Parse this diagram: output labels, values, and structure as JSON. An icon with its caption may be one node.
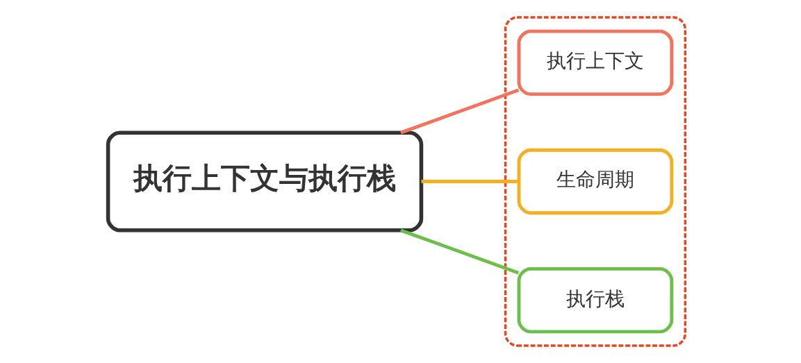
{
  "diagram": {
    "nodes": [
      {
        "text": [
          "执行上下文与执行栈"
        ]
      },
      {
        "text": [],
        "shape": "box"
      },
      {
        "text": [
          "执行上下文"
        ],
        "in": 1
      },
      {
        "text": [
          "生命周期"
        ],
        "in": 1
      },
      {
        "text": [
          "执行栈"
        ],
        "in": 1
      }
    ],
    "edges": [
      {
        "from": 0,
        "to": 2,
        "arrow": "none",
        "color": "#f4735e"
      },
      {
        "from": 0,
        "to": 3,
        "arrow": "none",
        "color": "#f5b022"
      },
      {
        "from": 0,
        "to": 4,
        "arrow": "none",
        "color": "#6cc04a"
      }
    ]
  }
}
